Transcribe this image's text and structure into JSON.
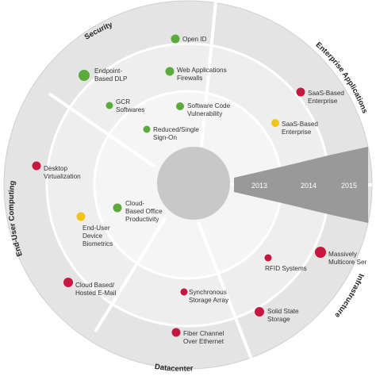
{
  "colors": {
    "green": "#5aab3c",
    "yellow": "#f2c418",
    "red": "#c8173e",
    "ring_outer": "#e4e4e4",
    "ring_mid": "#eeeeee",
    "ring_inner": "#f5f5f5",
    "hub": "#c8c8c8",
    "wedge": "#999999"
  },
  "sectors": {
    "security": "Security",
    "enterprise": "Enterprise Applications",
    "infrastructure": "Infrastructure",
    "datacenter": "Datacenter",
    "end_user": "End-User Computing"
  },
  "years": [
    "2013",
    "2014",
    "2015"
  ],
  "items": [
    {
      "lines": [
        "Open ID"
      ],
      "status": "green"
    },
    {
      "lines": [
        "Endpoint-",
        "Based DLP"
      ],
      "status": "green"
    },
    {
      "lines": [
        "Web Applications",
        "Firewalls"
      ],
      "status": "green"
    },
    {
      "lines": [
        "GCR",
        "Softwares"
      ],
      "status": "green"
    },
    {
      "lines": [
        "Software Code",
        "Vulnerability"
      ],
      "status": "green"
    },
    {
      "lines": [
        "Reduced/Single",
        "Sign-On"
      ],
      "status": "green"
    },
    {
      "lines": [
        "SaaS-Based",
        "Enterprise"
      ],
      "status": "red"
    },
    {
      "lines": [
        "SaaS-Based",
        "Enterprise"
      ],
      "status": "yellow"
    },
    {
      "lines": [
        "Desktop",
        "Virtualization"
      ],
      "status": "red"
    },
    {
      "lines": [
        "Cloud-",
        "Based Office",
        "Productivity"
      ],
      "status": "green"
    },
    {
      "lines": [
        "End-User",
        "Device",
        "Biometrics"
      ],
      "status": "yellow"
    },
    {
      "lines": [
        "Cloud Based/",
        "Hosted E-Mail"
      ],
      "status": "red"
    },
    {
      "lines": [
        "RFID Systems"
      ],
      "status": "red"
    },
    {
      "lines": [
        "Massively",
        "Multicore Ser"
      ],
      "status": "red"
    },
    {
      "lines": [
        "Synchronous",
        "Storage Array"
      ],
      "status": "red"
    },
    {
      "lines": [
        "Solid State",
        "Storage"
      ],
      "status": "red"
    },
    {
      "lines": [
        "Fiber Channel",
        "Over Ethernet"
      ],
      "status": "red"
    }
  ]
}
